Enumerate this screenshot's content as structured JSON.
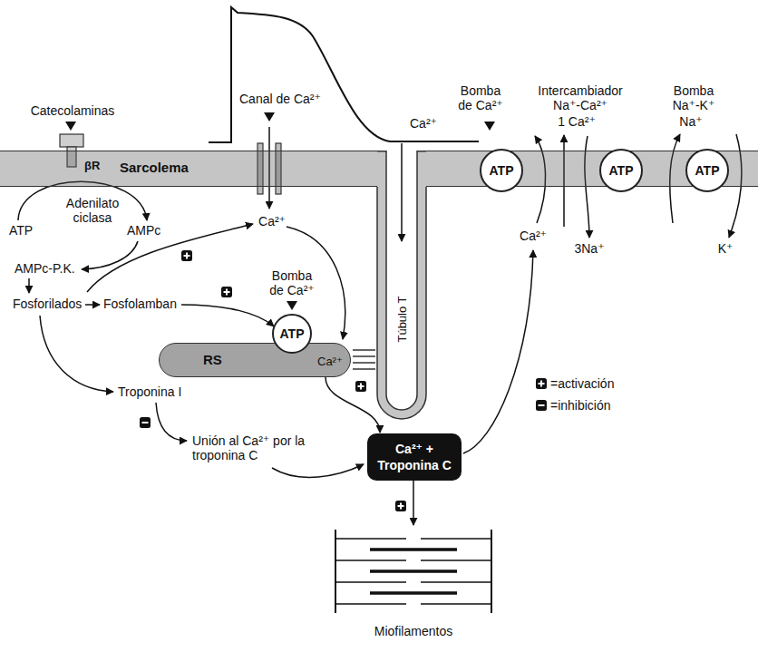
{
  "diagram": {
    "nodes": [
      {
        "text": [
          "Sarcolema"
        ]
      },
      {
        "text": [
          "ATP"
        ],
        "in": 0
      },
      {
        "text": [
          "ATP"
        ],
        "in": 0
      },
      {
        "text": [
          "ATP"
        ],
        "in": 0
      },
      {
        "text": [
          "RS"
        ]
      },
      {
        "text": [
          "ATP"
        ]
      },
      {
        "text": [
          "Túbulo T"
        ]
      },
      {
        "text": [
          "Ca²⁺ + Troponina C"
        ]
      },
      {
        "text": [
          "Miofilamentos"
        ]
      }
    ],
    "edges": [
      {
        "from": 4,
        "to": 7,
        "arrow": "to"
      },
      {
        "from": 7,
        "to": 8,
        "arrow": "to"
      }
    ],
    "labels": [
      "Catecolaminas",
      "βR",
      "Canal de Ca²⁺",
      "Ca²⁺",
      "Bomba de Ca²⁺",
      "Intercambiador Na⁺-Ca²⁺",
      "1 Ca²⁺",
      "Bomba Na⁺-K⁺",
      "Na⁺",
      "Adenilato ciclasa",
      "ATP",
      "AMPc",
      "Ca²⁺",
      "Ca²⁺",
      "3Na⁺",
      "K⁺",
      "AMPc-P.K.",
      "Bomba de Ca²⁺",
      "Fosforilados",
      "Fosfolamban",
      "Ca²⁺",
      "Troponina I",
      "Unión al Ca²⁺ por la troponina C"
    ],
    "legend": [
      {
        "text": "=activación"
      },
      {
        "text": "=inhibición"
      }
    ]
  }
}
